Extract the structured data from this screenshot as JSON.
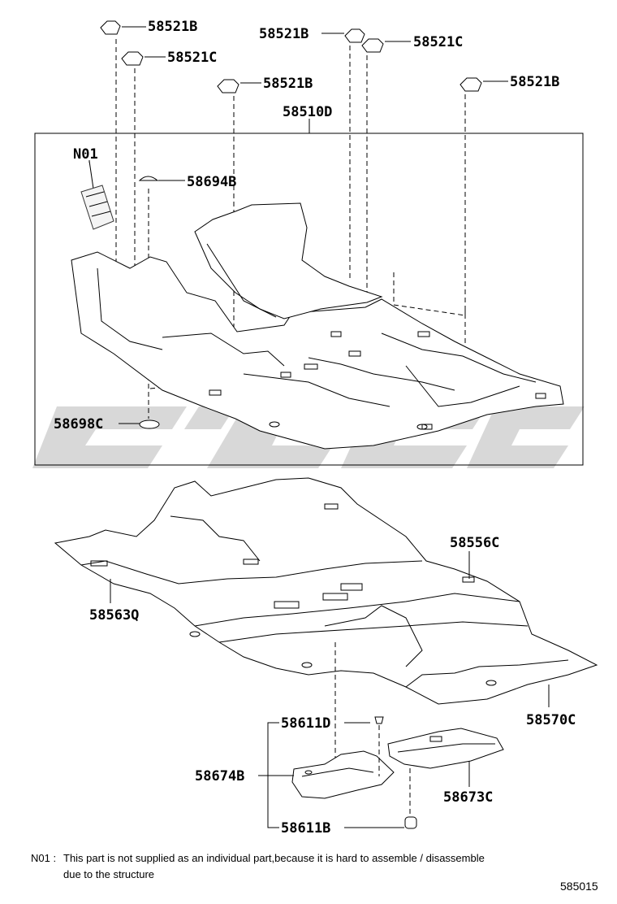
{
  "labels": {
    "p58521b_1": "58521B",
    "p58521c_1": "58521C",
    "p58521b_2": "58521B",
    "p58521c_2": "58521C",
    "p58521b_3": "58521B",
    "p58521b_4": "58521B",
    "p58510d": "58510D",
    "n01": "N01",
    "p58694b": "58694B",
    "p58698c": "58698C",
    "p58556c": "58556C",
    "p58563q": "58563Q",
    "p58570c": "58570C",
    "p58611d": "58611D",
    "p58674b": "58674B",
    "p58673c": "58673C",
    "p58611b": "58611B"
  },
  "note": {
    "prefix": "N01 :",
    "line1": "This part is not supplied as an individual part,because it is hard to assemble / disassemble",
    "line2": "due to the structure"
  },
  "figure_number": "585015"
}
